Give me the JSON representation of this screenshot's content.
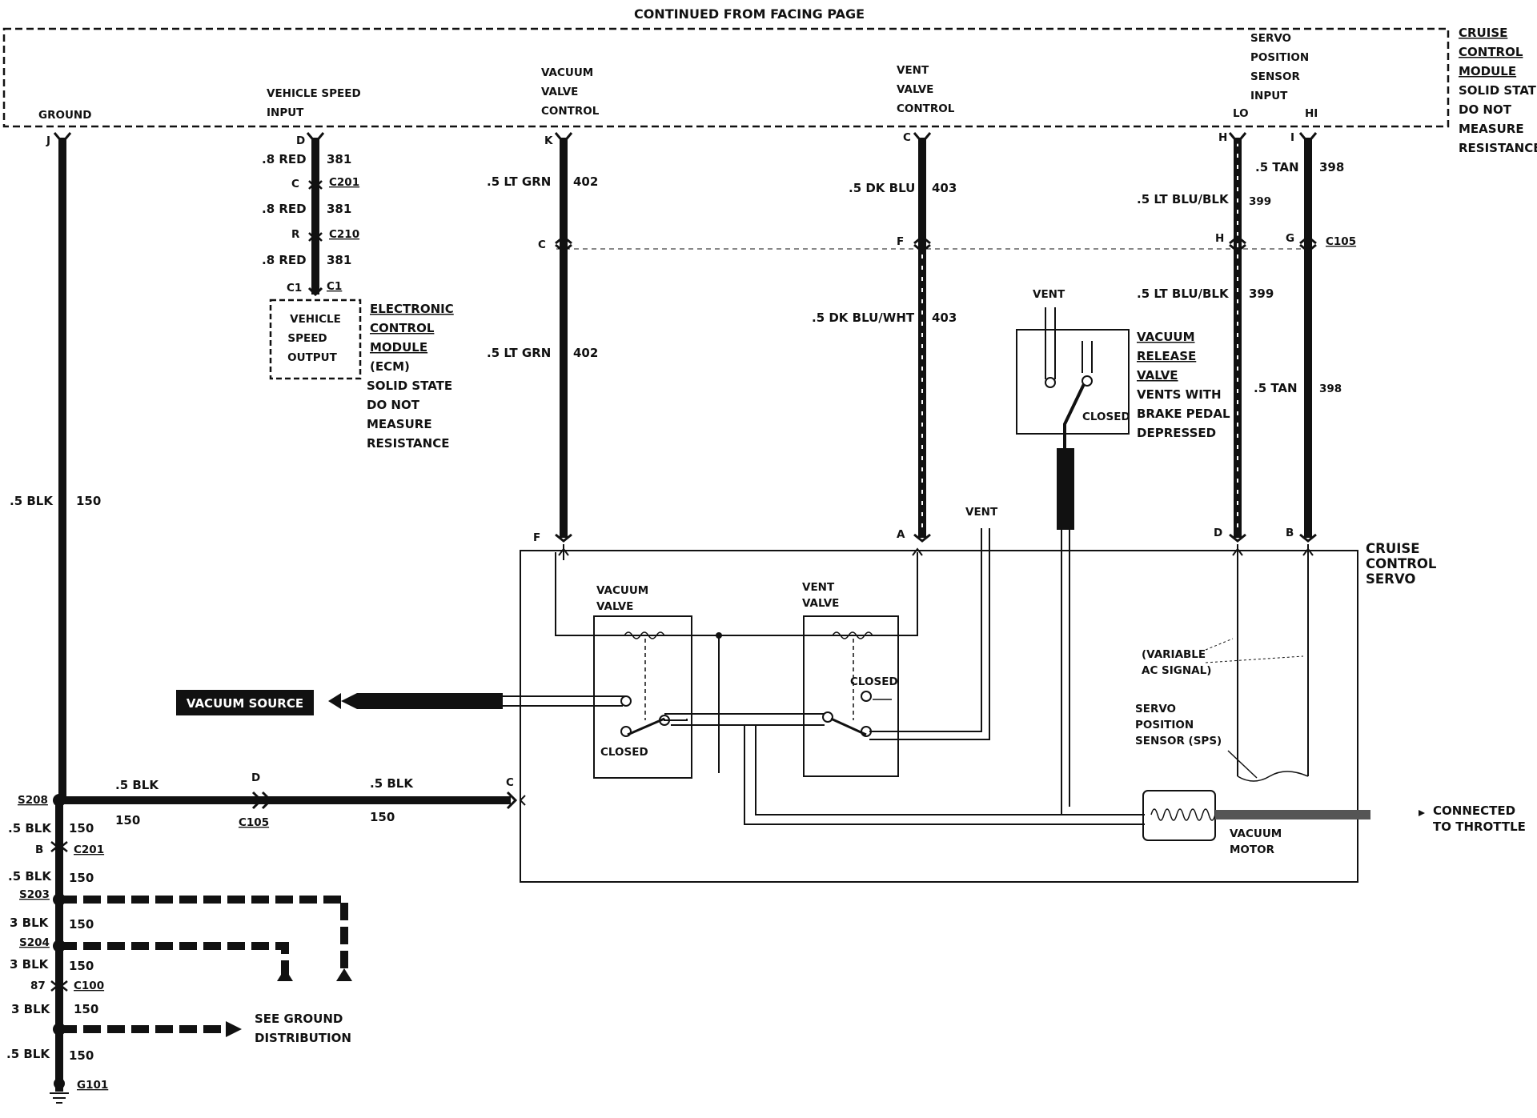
{
  "header": "CONTINUED FROM FACING PAGE",
  "module": {
    "name_lines": [
      "CRUISE",
      "CONTROL",
      "MODULE"
    ],
    "note_lines": [
      "SOLID STATE",
      "DO NOT",
      "MEASURE",
      "RESISTANCE"
    ]
  },
  "terminals": {
    "ground": "GROUND",
    "vss_input": [
      "VEHICLE SPEED",
      "INPUT"
    ],
    "vacuum_valve_control": [
      "VACUUM",
      "VALVE",
      "CONTROL"
    ],
    "vent_valve_control": [
      "VENT",
      "VALVE",
      "CONTROL"
    ],
    "sps_input": [
      "SERVO",
      "POSITION",
      "SENSOR",
      "INPUT"
    ],
    "lo": "LO",
    "hi": "HI"
  },
  "pins": {
    "j": "J",
    "d": "D",
    "c": "C",
    "r": "R",
    "c1": "C1",
    "k": "K",
    "cvent": "C",
    "h": "H",
    "i": "I",
    "cvac": "C",
    "f": "F",
    "hconn": "H",
    "g": "G",
    "fservo": "F",
    "a": "A",
    "dservo": "D",
    "b": "B",
    "cservo": "C",
    "d_c105": "D",
    "b_c201": "B",
    "n87": "87"
  },
  "wires": {
    "vss_red1": ".8 RED",
    "vss_red2": ".8 RED",
    "vss_red3": ".8 RED",
    "vss_circuit": "381",
    "vac_grn1": ".5 LT GRN",
    "vac_grn2": ".5 LT GRN",
    "vac_circuit": "402",
    "vent_blu": ".5 DK BLU",
    "vent_bluwht": ".5 DK BLU/WHT",
    "vent_circuit": "403",
    "lo_blk1": ".5 LT BLU/BLK",
    "lo_blk2": ".5 LT BLU/BLK",
    "lo_circuit": "399",
    "hi_tan1": ".5 TAN",
    "hi_tan2": ".5 TAN",
    "hi_circuit": "398",
    "gnd_blk": ".5 BLK",
    "gnd_circuit": "150",
    "h_blk1": ".5 BLK",
    "h_blk2": ".5 BLK",
    "g_blk1": ".5 BLK",
    "g_blk2": ".5 BLK",
    "g_blk3": "3 BLK",
    "g_blk4": "3 BLK",
    "g_blk5": "3 BLK",
    "g_blk6": ".5 BLK"
  },
  "connectors": {
    "c201": "C201",
    "c210": "C210",
    "c1": "C1",
    "c105": "C105",
    "c105b": "C105",
    "c201b": "C201",
    "c100": "C100",
    "s208": "S208",
    "s203": "S203",
    "s204": "S204",
    "g101": "G101"
  },
  "ecm": {
    "box_lines": [
      "VEHICLE",
      "SPEED",
      "OUTPUT"
    ],
    "name_lines": [
      "ELECTRONIC",
      "CONTROL",
      "MODULE"
    ],
    "note_lines": [
      "(ECM)",
      "SOLID STATE",
      "DO NOT",
      "MEASURE",
      "RESISTANCE"
    ]
  },
  "vacuum_release_valve": {
    "name_lines": [
      "VACUUM",
      "RELEASE",
      "VALVE"
    ],
    "note_lines": [
      "VENTS WITH",
      "BRAKE PEDAL",
      "DEPRESSED"
    ],
    "vent": "VENT",
    "closed": "CLOSED"
  },
  "servo": {
    "name_lines": [
      "CRUISE",
      "CONTROL",
      "SERVO"
    ],
    "vacuum_valve": [
      "VACUUM",
      "VALVE"
    ],
    "vent_valve": [
      "VENT",
      "VALVE"
    ],
    "closed_vac": "CLOSED",
    "closed_vent": "CLOSED",
    "vent_label": "VENT",
    "ac_signal": [
      "(VARIABLE",
      "AC SIGNAL)"
    ],
    "sps": [
      "SERVO",
      "POSITION",
      "SENSOR (SPS)"
    ],
    "vacuum_motor": [
      "VACUUM",
      "MOTOR"
    ]
  },
  "vacuum_source": "VACUUM SOURCE",
  "connected_throttle": [
    "CONNECTED",
    "TO THROTTLE"
  ],
  "see_ground": [
    "SEE GROUND",
    "DISTRIBUTION"
  ]
}
